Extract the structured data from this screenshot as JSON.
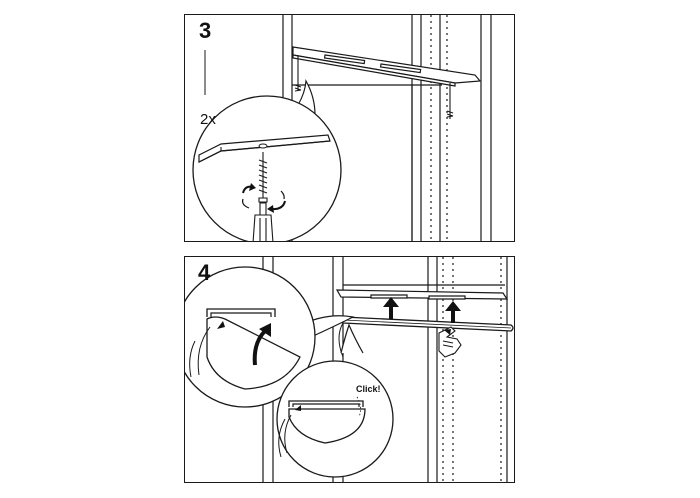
{
  "steps": [
    {
      "number": "3",
      "quantity": "2x"
    },
    {
      "number": "4",
      "callout": "Click!"
    }
  ],
  "colors": {
    "line": "#1a1a1a",
    "arrow": "#111111",
    "background": "#ffffff"
  }
}
